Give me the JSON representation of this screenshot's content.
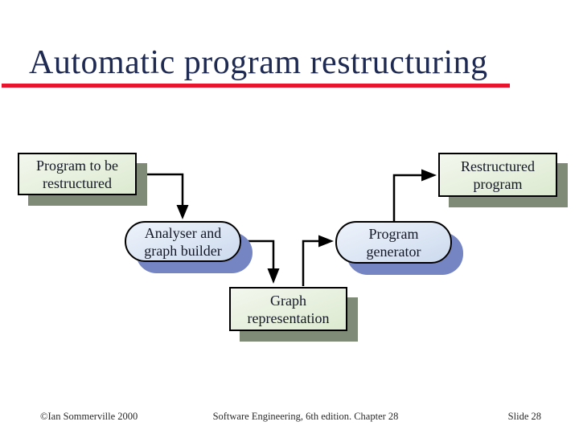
{
  "slide": {
    "title": "Automatic program restructuring"
  },
  "diagram": {
    "nodes": [
      {
        "id": "program-to-be-restructured",
        "shape": "rect",
        "label_lines": [
          "Program to be",
          "restructured"
        ]
      },
      {
        "id": "restructured-program",
        "shape": "rect",
        "label_lines": [
          "Restructured",
          "program"
        ]
      },
      {
        "id": "analyser-and-graph-builder",
        "shape": "rounded",
        "label_lines": [
          "Analyser and",
          "graph builder"
        ]
      },
      {
        "id": "program-generator",
        "shape": "rounded",
        "label_lines": [
          "Program",
          "generator"
        ]
      },
      {
        "id": "graph-representation",
        "shape": "rect",
        "label_lines": [
          "Graph",
          "representation"
        ]
      }
    ],
    "edges": [
      {
        "from": "program-to-be-restructured",
        "to": "analyser-and-graph-builder"
      },
      {
        "from": "analyser-and-graph-builder",
        "to": "graph-representation"
      },
      {
        "from": "graph-representation",
        "to": "program-generator"
      },
      {
        "from": "program-generator",
        "to": "restructured-program"
      }
    ]
  },
  "footer": {
    "left": "©Ian Sommerville 2000",
    "center": "Software Engineering, 6th edition. Chapter 28",
    "right": "Slide 28"
  },
  "colors": {
    "title_color": "#1f2a52",
    "underline_color": "#e8132c",
    "line_color": "#000000",
    "rect_fill_top": "#f3f7ee",
    "rect_fill_bottom": "#dcead0",
    "rect_shadow": "#7f8a77",
    "rounded_fill_top": "#eef3fb",
    "rounded_fill_bottom": "#ccdaee",
    "rounded_shadow": "#7584c2"
  }
}
